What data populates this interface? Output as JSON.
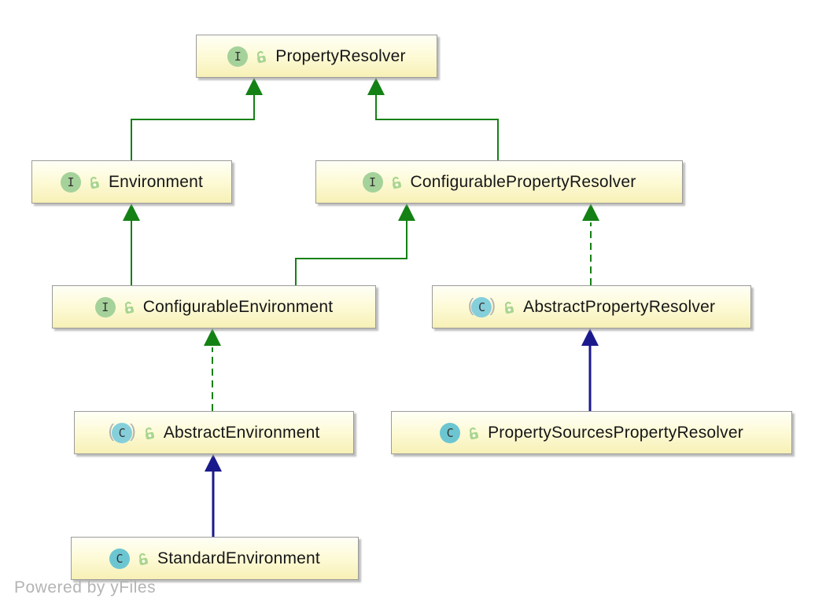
{
  "diagram": {
    "watermark": "Powered by yFiles",
    "abstract_markers": {
      "open": "(",
      "close": ")"
    },
    "colors": {
      "interface_edge_green": "#148114",
      "class_edge_navy": "#1b1a8c",
      "node_fill_top": "#fffff6",
      "node_fill_bottom": "#f7f0b6",
      "node_border": "#9b9b9b",
      "interface_badge": "#a5d29a",
      "class_badge": "#6cc6d2",
      "abstract_class_badge": "#85cfdb",
      "lock_icon_green": "#a9d58f",
      "watermark_gray": "#b4b4b4"
    },
    "nodes": [
      {
        "id": "PropertyResolver",
        "label": "PropertyResolver",
        "kind": "interface",
        "badge": "I",
        "visibility": "public"
      },
      {
        "id": "Environment",
        "label": "Environment",
        "kind": "interface",
        "badge": "I",
        "visibility": "public"
      },
      {
        "id": "ConfigurablePropertyResolver",
        "label": "ConfigurablePropertyResolver",
        "kind": "interface",
        "badge": "I",
        "visibility": "public"
      },
      {
        "id": "ConfigurableEnvironment",
        "label": "ConfigurableEnvironment",
        "kind": "interface",
        "badge": "I",
        "visibility": "public"
      },
      {
        "id": "AbstractPropertyResolver",
        "label": "AbstractPropertyResolver",
        "kind": "abstract-class",
        "badge": "C",
        "visibility": "public"
      },
      {
        "id": "AbstractEnvironment",
        "label": "AbstractEnvironment",
        "kind": "abstract-class",
        "badge": "C",
        "visibility": "public"
      },
      {
        "id": "PropertySourcesPropertyResolver",
        "label": "PropertySourcesPropertyResolver",
        "kind": "class",
        "badge": "C",
        "visibility": "public"
      },
      {
        "id": "StandardEnvironment",
        "label": "StandardEnvironment",
        "kind": "class",
        "badge": "C",
        "visibility": "public"
      }
    ],
    "edges": [
      {
        "from": "Environment",
        "to": "PropertyResolver",
        "relation": "extends",
        "line": "solid",
        "color": "green"
      },
      {
        "from": "ConfigurablePropertyResolver",
        "to": "PropertyResolver",
        "relation": "extends",
        "line": "solid",
        "color": "green"
      },
      {
        "from": "ConfigurableEnvironment",
        "to": "Environment",
        "relation": "extends",
        "line": "solid",
        "color": "green"
      },
      {
        "from": "ConfigurableEnvironment",
        "to": "ConfigurablePropertyResolver",
        "relation": "extends",
        "line": "solid",
        "color": "green"
      },
      {
        "from": "AbstractPropertyResolver",
        "to": "ConfigurablePropertyResolver",
        "relation": "implements",
        "line": "dashed",
        "color": "green"
      },
      {
        "from": "AbstractEnvironment",
        "to": "ConfigurableEnvironment",
        "relation": "implements",
        "line": "dashed",
        "color": "green"
      },
      {
        "from": "PropertySourcesPropertyResolver",
        "to": "AbstractPropertyResolver",
        "relation": "extends",
        "line": "solid",
        "color": "navy"
      },
      {
        "from": "StandardEnvironment",
        "to": "AbstractEnvironment",
        "relation": "extends",
        "line": "solid",
        "color": "navy"
      }
    ]
  }
}
